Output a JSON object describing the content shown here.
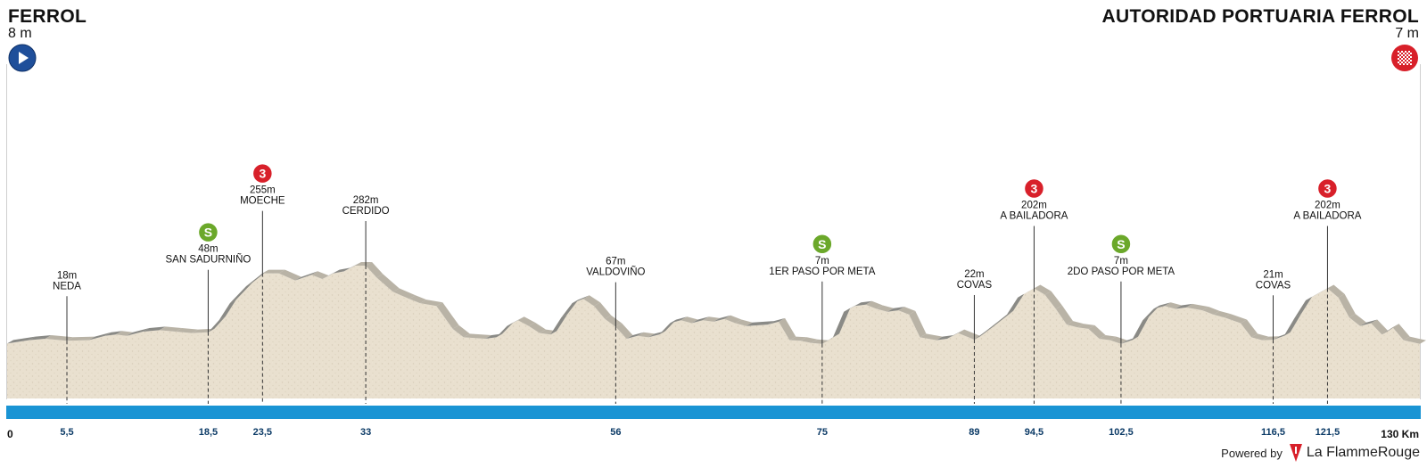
{
  "start": {
    "name": "FERROL",
    "altitude": "8 m",
    "icon": "start-play-icon"
  },
  "finish": {
    "name": "AUTORIDAD PORTUARIA FERROL",
    "altitude": "7 m",
    "icon": "finish-checkered-flag-icon"
  },
  "axis": {
    "start_label": "0",
    "end_label": "130 Km",
    "total_km": 130
  },
  "colors": {
    "terrain": "#e9e0cf",
    "slope": "#8a8a86",
    "axis_bar": "#1a94d4",
    "climb_badge": "#d8202a",
    "sprint_badge": "#6ba82a",
    "start_badge": "#1f4f9a"
  },
  "chart_data": {
    "type": "area",
    "x_unit": "km",
    "y_unit": "m",
    "xlim": [
      0,
      130
    ],
    "profile": [
      [
        0,
        8
      ],
      [
        2,
        20
      ],
      [
        3.5,
        25
      ],
      [
        5.5,
        18
      ],
      [
        7.5,
        20
      ],
      [
        9,
        35
      ],
      [
        10,
        40
      ],
      [
        11,
        35
      ],
      [
        12.5,
        50
      ],
      [
        14,
        55
      ],
      [
        15.5,
        50
      ],
      [
        17,
        45
      ],
      [
        18.5,
        48
      ],
      [
        19.5,
        90
      ],
      [
        20.5,
        150
      ],
      [
        22,
        210
      ],
      [
        23.5,
        255
      ],
      [
        25,
        255
      ],
      [
        26.5,
        230
      ],
      [
        28,
        250
      ],
      [
        29,
        235
      ],
      [
        30,
        255
      ],
      [
        31,
        262
      ],
      [
        32,
        282
      ],
      [
        33,
        282
      ],
      [
        34,
        240
      ],
      [
        35.5,
        190
      ],
      [
        37,
        165
      ],
      [
        38,
        150
      ],
      [
        39.5,
        140
      ],
      [
        41,
        60
      ],
      [
        42,
        30
      ],
      [
        44,
        25
      ],
      [
        45,
        30
      ],
      [
        46,
        70
      ],
      [
        47,
        90
      ],
      [
        48,
        70
      ],
      [
        49,
        45
      ],
      [
        50,
        40
      ],
      [
        51,
        100
      ],
      [
        52,
        150
      ],
      [
        53,
        165
      ],
      [
        54,
        140
      ],
      [
        55,
        95
      ],
      [
        56,
        67
      ],
      [
        57,
        25
      ],
      [
        58,
        35
      ],
      [
        59,
        30
      ],
      [
        60,
        40
      ],
      [
        61,
        80
      ],
      [
        62,
        90
      ],
      [
        63,
        80
      ],
      [
        64,
        90
      ],
      [
        65,
        85
      ],
      [
        66,
        95
      ],
      [
        67,
        80
      ],
      [
        68,
        70
      ],
      [
        70,
        75
      ],
      [
        71,
        85
      ],
      [
        72,
        20
      ],
      [
        73,
        18
      ],
      [
        74,
        10
      ],
      [
        75,
        7
      ],
      [
        76,
        30
      ],
      [
        77,
        120
      ],
      [
        78,
        140
      ],
      [
        79,
        145
      ],
      [
        80,
        130
      ],
      [
        81,
        120
      ],
      [
        82,
        125
      ],
      [
        83,
        110
      ],
      [
        84,
        30
      ],
      [
        85.5,
        20
      ],
      [
        86.5,
        25
      ],
      [
        87.5,
        45
      ],
      [
        89,
        22
      ],
      [
        90,
        50
      ],
      [
        91,
        80
      ],
      [
        92,
        110
      ],
      [
        93,
        170
      ],
      [
        94.5,
        202
      ],
      [
        95.5,
        180
      ],
      [
        96.5,
        130
      ],
      [
        97.5,
        75
      ],
      [
        98.5,
        65
      ],
      [
        99.5,
        60
      ],
      [
        100.5,
        25
      ],
      [
        101.5,
        20
      ],
      [
        102.5,
        7
      ],
      [
        103.5,
        20
      ],
      [
        104.5,
        90
      ],
      [
        105.5,
        130
      ],
      [
        106.5,
        140
      ],
      [
        107.5,
        130
      ],
      [
        108.5,
        135
      ],
      [
        110,
        125
      ],
      [
        111,
        110
      ],
      [
        112,
        100
      ],
      [
        113.5,
        80
      ],
      [
        114.5,
        30
      ],
      [
        115.5,
        20
      ],
      [
        116.5,
        21
      ],
      [
        117.5,
        35
      ],
      [
        118.5,
        100
      ],
      [
        119.5,
        160
      ],
      [
        121.5,
        202
      ],
      [
        122.5,
        170
      ],
      [
        123.5,
        100
      ],
      [
        124.5,
        70
      ],
      [
        125.5,
        80
      ],
      [
        126.5,
        40
      ],
      [
        127.5,
        65
      ],
      [
        128.5,
        20
      ],
      [
        130,
        7
      ]
    ],
    "points": [
      {
        "km": 5.5,
        "km_label": "5,5",
        "alt_label": "18m",
        "name": "NEDA",
        "category": ""
      },
      {
        "km": 18.5,
        "km_label": "18,5",
        "alt_label": "48m",
        "name": "SAN SADURNIÑO",
        "category": "S"
      },
      {
        "km": 23.5,
        "km_label": "23,5",
        "alt_label": "255m",
        "name": "MOECHE",
        "category": "3"
      },
      {
        "km": 33,
        "km_label": "33",
        "alt_label": "282m",
        "name": "CERDIDO",
        "category": ""
      },
      {
        "km": 56,
        "km_label": "56",
        "alt_label": "67m",
        "name": "VALDOVIÑO",
        "category": ""
      },
      {
        "km": 75,
        "km_label": "75",
        "alt_label": "7m",
        "name": "1ER PASO POR META",
        "category": "S"
      },
      {
        "km": 89,
        "km_label": "89",
        "alt_label": "22m",
        "name": "COVAS",
        "category": ""
      },
      {
        "km": 94.5,
        "km_label": "94,5",
        "alt_label": "202m",
        "name": "A BAILADORA",
        "category": "3"
      },
      {
        "km": 102.5,
        "km_label": "102,5",
        "alt_label": "7m",
        "name": "2DO PASO POR META",
        "category": "S"
      },
      {
        "km": 116.5,
        "km_label": "116,5",
        "alt_label": "21m",
        "name": "COVAS",
        "category": ""
      },
      {
        "km": 121.5,
        "km_label": "121,5",
        "alt_label": "202m",
        "name": "A BAILADORA",
        "category": "3"
      }
    ]
  },
  "footer": {
    "powered_by": "Powered by",
    "brand": "La FlammeRouge",
    "brand_logo": "flamme-rouge-logo-icon"
  }
}
